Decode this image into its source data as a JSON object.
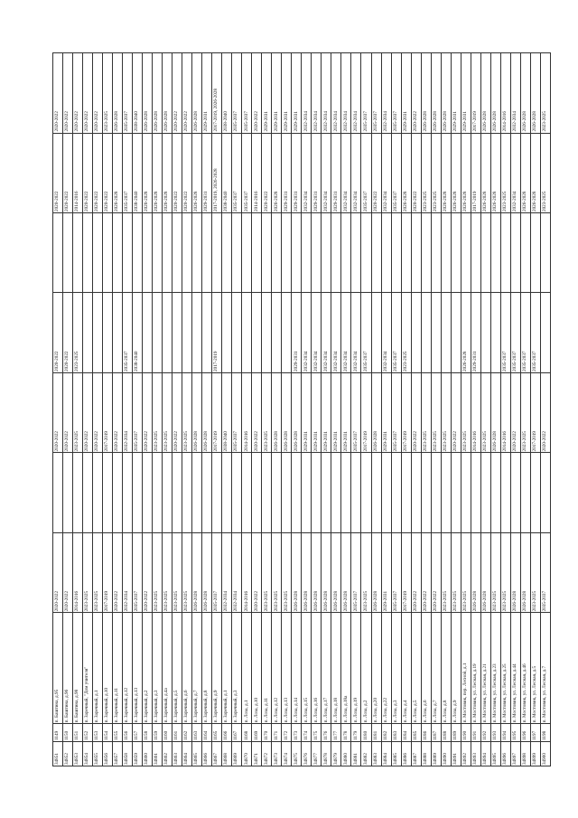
{
  "rows": [
    [
      "34851",
      "1149",
      "п. Баштина, д.95",
      "2020-2022",
      "",
      "2020-2022",
      "2020-2022",
      "",
      "2020-2022",
      "2020-2022"
    ],
    [
      "34852",
      "1150",
      "п. Баштина, д.96",
      "2020-2022",
      "",
      "2020-2022",
      "2020-2022",
      "",
      "2020-2022",
      "2020-2022"
    ],
    [
      "34853",
      "1151",
      "п. Баштина, д.98",
      "2014-2016",
      "",
      "2023-2025",
      "2023-2025",
      "",
      "2014-2016",
      "2020-2022"
    ],
    [
      "34854",
      "1152",
      "п. Заречный, \"Дом учителя\"",
      "2023-2025",
      "",
      "2020-2022",
      "",
      "",
      "2020-2022",
      "2020-2022"
    ],
    [
      "34855",
      "1153",
      "п. Заречный, д.1",
      "2023-2025",
      "",
      "2020-2022",
      "",
      "",
      "2020-2022",
      "2020-2022"
    ],
    [
      "34856",
      "1154",
      "п. Заречный, д.10",
      "2017-2019",
      "",
      "2017-2019",
      "",
      "",
      "2020-2022",
      "2023-2025"
    ],
    [
      "34857",
      "1155",
      "п. Заречный, д.11",
      "2020-2022",
      "",
      "2020-2022",
      "",
      "",
      "2026-2028",
      "2026-2028"
    ],
    [
      "34858",
      "1156",
      "п. Заречный, д.12",
      "2032-2034",
      "",
      "2032-2034",
      "2035-2037",
      "",
      "2035-2037",
      "2035-2037"
    ],
    [
      "34859",
      "1157",
      "п. Заречный, д.13",
      "2035-2037",
      "",
      "2035-2037",
      "2038-2040",
      "",
      "2038-2040",
      "2038-2040"
    ],
    [
      "34860",
      "1158",
      "п. Заречный, д.2",
      "2020-2022",
      "",
      "2020-2022",
      "",
      "",
      "2026-2028",
      "2026-2028"
    ],
    [
      "34861",
      "1159",
      "п. Заречный, д.3",
      "2023-2025",
      "",
      "2023-2025",
      "",
      "",
      "2026-2028",
      "2026-2028"
    ],
    [
      "34862",
      "1160",
      "п. Заречный, д.4а",
      "2023-2025",
      "",
      "2023-2025",
      "",
      "",
      "2026-2028",
      "2026-2028"
    ],
    [
      "34863",
      "1161",
      "п. Заречный, д.5",
      "2023-2025",
      "",
      "2020-2022",
      "",
      "",
      "2020-2022",
      "2020-2022"
    ],
    [
      "34864",
      "1162",
      "п. Заречный, д.6",
      "2023-2025",
      "",
      "2023-2025",
      "",
      "",
      "2020-2022",
      "2020-2022"
    ],
    [
      "34865",
      "1163",
      "п. Заречный, д.7",
      "2026-2028",
      "",
      "2026-2028",
      "",
      "",
      "2026-2028",
      "2026-2028"
    ],
    [
      "34866",
      "1164",
      "п. Заречный, д.8",
      "2026-2028",
      "",
      "2026-2028",
      "",
      "",
      "2029-2031",
      "2029-2031"
    ],
    [
      "34867",
      "1165",
      "п. Заречный, д.9",
      "2035-2037",
      "",
      "2017-2019",
      "2017-2019",
      "",
      "2017-2019, 2026-2028",
      "2017-2019, 2026-2028"
    ],
    [
      "34868",
      "1166",
      "п. Заречный, д.1",
      "2032-2034",
      "",
      "2038-2040",
      "",
      "",
      "2038-2040",
      "2038-2040"
    ],
    [
      "34869",
      "1167",
      "п. Заречный, д.3",
      "2032-2034",
      "",
      "2035-2037",
      "",
      "",
      "2035-2037",
      "2035-2037"
    ],
    [
      "34870",
      "1168",
      "п. Лоза, д.1",
      "2014-2016",
      "",
      "2014-2016",
      "",
      "",
      "2035-2037",
      "2035-2037"
    ],
    [
      "34871",
      "1169",
      "п. Лоза, д.10",
      "2020-2022",
      "",
      "2020-2022",
      "",
      "",
      "2014-2016",
      "2020-2022"
    ],
    [
      "34872",
      "1170",
      "п. Лоза, д.11",
      "2023-2025",
      "",
      "2023-2025",
      "",
      "",
      "2020-2022",
      "2029-2031"
    ],
    [
      "34873",
      "1171",
      "п. Лоза, д.12",
      "2023-2025",
      "",
      "2026-2028",
      "",
      "",
      "2026-2028",
      "2029-2031"
    ],
    [
      "34874",
      "1172",
      "п. Лоза, д.13",
      "2023-2025",
      "",
      "2026-2028",
      "",
      "",
      "2029-2031",
      "2029-2031"
    ],
    [
      "34875",
      "1173",
      "п. Лоза, д.14",
      "2026-2028",
      "",
      "2026-2028",
      "2029-2031",
      "",
      "2029-2031",
      "2029-2031"
    ],
    [
      "34876",
      "1174",
      "п. Лоза, д.15",
      "2026-2028",
      "",
      "2029-2031",
      "2032-2034",
      "",
      "2032-2034",
      "2032-2034"
    ],
    [
      "34877",
      "1175",
      "п. Лоза, д.16",
      "2026-2028",
      "",
      "2029-2031",
      "2032-2034",
      "",
      "2029-2031",
      "2032-2034"
    ],
    [
      "34878",
      "1176",
      "п. Лоза, д.17",
      "2026-2028",
      "",
      "2029-2031",
      "2032-2034",
      "",
      "2032-2034",
      "2032-2034"
    ],
    [
      "34879",
      "1177",
      "п. Лоза, д.18",
      "2026-2028",
      "",
      "2029-2031",
      "2032-2034",
      "",
      "2029-2031",
      "2032-2034"
    ],
    [
      "34880",
      "1178",
      "п. Лоза, д.18а",
      "2026-2028",
      "",
      "2029-2031",
      "2032-2034",
      "",
      "2032-2034",
      "2032-2034"
    ],
    [
      "34881",
      "1179",
      "п. Лоза, д.19",
      "2035-2037",
      "",
      "2035-2037",
      "2032-2034",
      "",
      "2032-2034",
      "2032-2034"
    ],
    [
      "34882",
      "1180",
      "п. Лоза, д.2",
      "2023-2025",
      "",
      "2017-2019",
      "2035-2037",
      "",
      "2035-2037",
      "2035-2037"
    ],
    [
      "34883",
      "1181",
      "п. Лоза, д.20",
      "2026-2028",
      "",
      "2026-2028",
      "",
      "",
      "2020-2022",
      "2035-2037"
    ],
    [
      "34884",
      "1182",
      "п. Лоза, д.22",
      "2029-2031",
      "",
      "2029-2031",
      "2032-2034",
      "",
      "2032-2034",
      "2032-2034"
    ],
    [
      "34885",
      "1183",
      "п. Лоза, д.3",
      "2035-2037",
      "",
      "2035-2037",
      "2035-2037",
      "",
      "2035-2037",
      "2035-2037"
    ],
    [
      "34886",
      "1184",
      "п. Лоза, д.4",
      "2017-2019",
      "",
      "2017-2019",
      "2023-2025",
      "",
      "2026-2028",
      "2029-2031"
    ],
    [
      "34887",
      "1185",
      "п. Лоза, д.5",
      "2020-2022",
      "",
      "2020-2022",
      "",
      "",
      "2020-2022",
      "2020-2022"
    ],
    [
      "34888",
      "1186",
      "п. Лоза, д.6",
      "2020-2022",
      "",
      "2023-2025",
      "",
      "",
      "2023-2025",
      "2026-2028"
    ],
    [
      "34889",
      "1187",
      "п. Лоза, д.7",
      "2020-2022",
      "",
      "2023-2025",
      "",
      "",
      "2023-2025",
      "2026-2028"
    ],
    [
      "34890",
      "1188",
      "п. Лоза, д.8",
      "2023-2025",
      "",
      "2023-2025",
      "",
      "",
      "2026-2028",
      "2026-2028"
    ],
    [
      "34891",
      "1189",
      "п. Лоза, д.9",
      "2023-2025",
      "",
      "2020-2022",
      "",
      "",
      "2026-2028",
      "2029-2031"
    ],
    [
      "34892",
      "1190",
      "п. Мостовик, пер. Лесной, д.1",
      "2023-2025",
      "",
      "2023-2025",
      "2026-2028",
      "",
      "2026-2028",
      "2029-2031"
    ],
    [
      "34893",
      "1191",
      "п. Мостовик, ул. Лесная, д.19",
      "2026-2028",
      "",
      "2014-2016",
      "2029-2031",
      "",
      "2017-2019",
      "2017-2019"
    ],
    [
      "34894",
      "1192",
      "п. Мостовик, ул. Лесная, д.21",
      "2026-2028",
      "",
      "2023-2025",
      "",
      "",
      "2026-2028",
      "2026-2028"
    ],
    [
      "34895",
      "1193",
      "п. Мостовик, ул. Лесная, д.23",
      "2023-2025",
      "",
      "2026-2028",
      "",
      "",
      "2026-2028",
      "2026-2028"
    ],
    [
      "34896",
      "1194",
      "п. Мостовик, ул. Лесная, д.25",
      "2023-2025",
      "",
      "2014-2016",
      "2035-2037",
      "",
      "2023-2025",
      "2014-2016"
    ],
    [
      "34897",
      "1195",
      "п. Мостовик, ул. Лесная, д.44",
      "2026-2028",
      "",
      "2020-2022",
      "2035-2037",
      "",
      "2032-2034",
      "2032-2034"
    ],
    [
      "34898",
      "1196",
      "п. Мостовик, ул. Лесная, д.46",
      "2026-2028",
      "",
      "2023-2025",
      "2035-2037",
      "",
      "2026-2028",
      "2026-2028"
    ],
    [
      "34899",
      "1197",
      "п. Мостовик, ул. Лесная, д.5",
      "2023-2025",
      "",
      "2017-2019",
      "2035-2037",
      "",
      "2026-2028",
      "2026-2028"
    ],
    [
      "34900",
      "1198",
      "п. Мостовик, ул. Лесная, д.7",
      "2035-2037",
      "",
      "2020-2022",
      "",
      "",
      "2023-2025",
      "2023-2025"
    ]
  ]
}
